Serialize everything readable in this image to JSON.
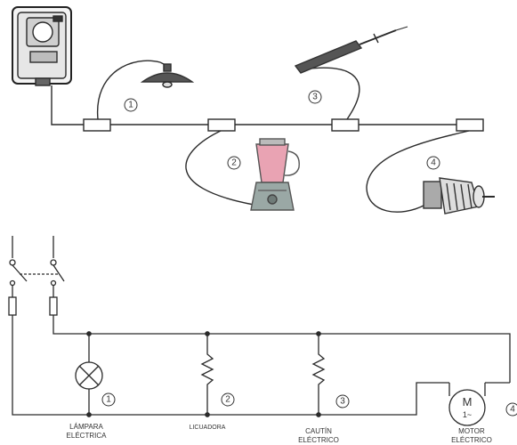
{
  "pictorial": {
    "markers": [
      "1",
      "2",
      "3",
      "4"
    ]
  },
  "schematic": {
    "markers": [
      "1",
      "2",
      "3",
      "4"
    ],
    "labels": {
      "lamp": [
        "LÁMPARA",
        "ELÉCTRICA"
      ],
      "blender": [
        "LICUADORA"
      ],
      "iron": [
        "CAUTÍN",
        "ELÉCTRICO"
      ],
      "motor": [
        "MOTOR",
        "ELÉCTRICO"
      ]
    },
    "motor_symbol": [
      "M",
      "1~"
    ]
  },
  "colors": {
    "line": "#2b2b2b",
    "blender_liquid": "#e9a3b3",
    "blender_base": "#9aa8a5",
    "lamp_shade": "#555555"
  }
}
